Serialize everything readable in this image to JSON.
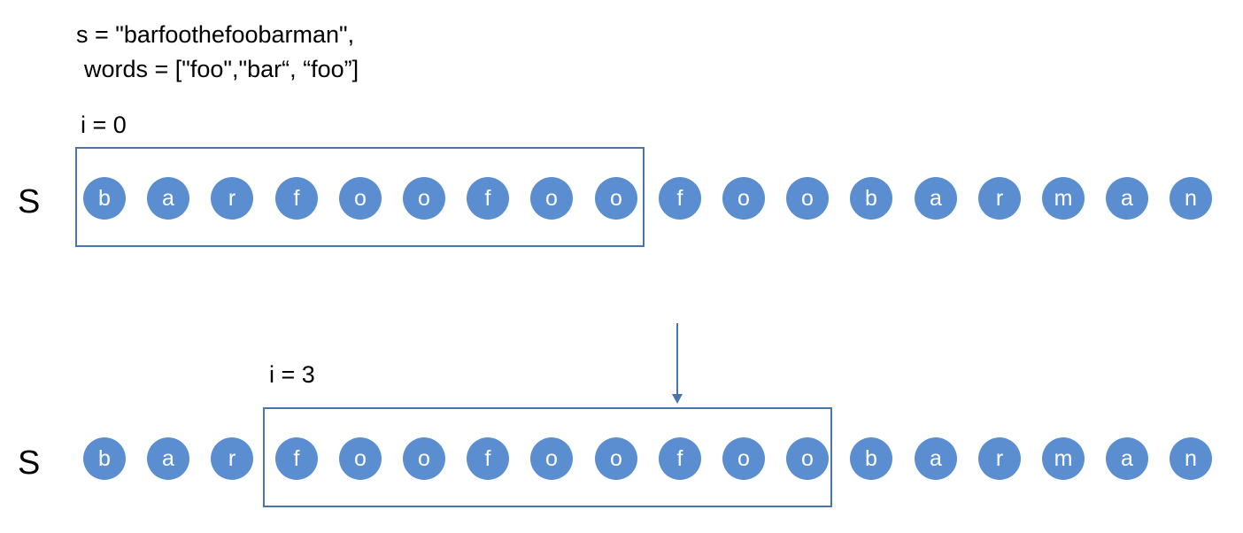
{
  "definition": {
    "line1": "s = \"barfoothefoobarman\",",
    "line2": "words = [\"foo\",\"bar“, “foo”]"
  },
  "rows": [
    {
      "name": "S",
      "index_label": "i = 0",
      "chars": [
        "b",
        "a",
        "r",
        "f",
        "o",
        "o",
        "f",
        "o",
        "o",
        "f",
        "o",
        "o",
        "b",
        "a",
        "r",
        "m",
        "a",
        "n"
      ],
      "window": {
        "start": 0,
        "end": 8
      }
    },
    {
      "name": "S",
      "index_label": "i = 3",
      "chars": [
        "b",
        "a",
        "r",
        "f",
        "o",
        "o",
        "f",
        "o",
        "o",
        "f",
        "o",
        "o",
        "b",
        "a",
        "r",
        "m",
        "a",
        "n"
      ],
      "window": {
        "start": 3,
        "end": 11
      }
    }
  ],
  "colors": {
    "circle_fill": "#5b8ed1",
    "circle_text": "#ffffff",
    "window_border": "#4a74ac",
    "arrow": "#4a74ac"
  }
}
